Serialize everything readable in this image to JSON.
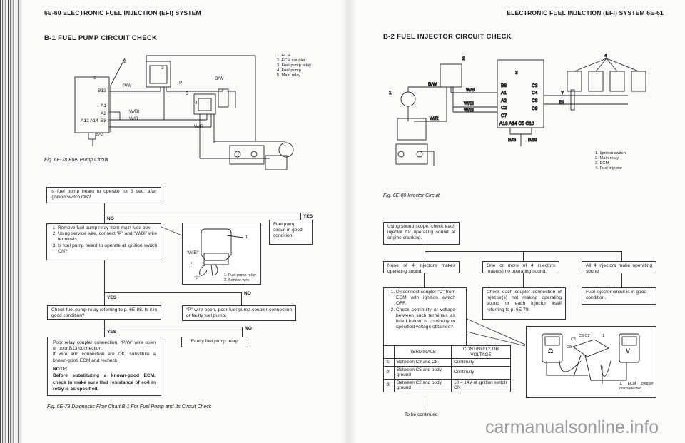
{
  "left_page": {
    "header": "6E-60 ELECTRONIC FUEL INJECTION (EFI) SYSTEM",
    "section_title": "B-1 FUEL PUMP CIRCUIT CHECK",
    "circuit": {
      "legend": [
        "1. ECM",
        "2. ECM coupler",
        "3. Fuel pump relay",
        "4. Fuel pump",
        "5. Main relay"
      ],
      "labels": {
        "n1": "1",
        "n2": "2",
        "n3": "3",
        "n4": "4",
        "n5": "5",
        "b13": "B13",
        "a1": "A1",
        "a2": "A2",
        "a13": "A13",
        "a14": "A14",
        "b8": "B8",
        "pw": "P/W",
        "p": "P",
        "bw": "B/W",
        "wbl": "W/Bl",
        "wb": "W/B",
        "wr": "W/R",
        "bg": "B/G"
      },
      "caption": "Fig. 6E-78 Fuel Pump Circuit"
    },
    "flow": {
      "q1": "Is fuel pump heard to operate for 3 sec. after ignition switch ON?",
      "no": "NO",
      "yes": "YES",
      "good": "Fuel pump circuit in good condition.",
      "step2": [
        "Remove fuel pump relay from main fuse box.",
        "Using service wire, connect “P” and “W/Bl” wire terminals.",
        "Is fuel pump heard to operate at ignition switch ON?"
      ],
      "relay_fig": {
        "wbl": "“W/Bl”",
        "p": "“P”",
        "n1": "1",
        "n2": "2",
        "legend": [
          "1. Fuel pump relay",
          "2. Service wire"
        ]
      },
      "check_relay": "Check fuel pump relay referring to p. 6E-88. Is it in good condition?",
      "p_open": "“P” wire open, poor fuel pump coupler connection or faulty fuel pump.",
      "poor_conn": "Poor relay coupler connection, “P/W” wire open or poor B13 connection.",
      "poor_conn2": "If wire and connection are OK, substitute a known-good ECM and recheck.",
      "note_title": "NOTE:",
      "note": "Before substituting a known-good ECM, check to make sure that resistance of coil in relay is as specified.",
      "faulty_relay": "Faulty fuel pump relay.",
      "caption": "Fig. 6E-79 Diagnostic Flow Chart B-1 For Fuel Pump and Its Circuit Check"
    }
  },
  "right_page": {
    "header": "ELECTRONIC FUEL INJECTION (EFI) SYSTEM 6E-61",
    "section_title": "B-2 FUEL INJECTOR CIRCUIT CHECK",
    "circuit": {
      "legend": [
        "1. Ignition switch",
        "2. Main relay",
        "3. ECM",
        "4. Fuel injector"
      ],
      "labels": {
        "n1": "1",
        "n2": "2",
        "n3": "3",
        "n4": "4",
        "b8": "B8",
        "a1": "A1",
        "a2": "A2",
        "c2": "C2",
        "c7": "C7",
        "c3": "C3",
        "c4": "C4",
        "c8": "C8",
        "c9": "C9",
        "bottom": "A13 A14 C5 C10",
        "bw": "B/W",
        "wb": "W/B",
        "wbl1": "W/Bl",
        "wbl2": "W/Bl",
        "wr": "W/R",
        "y": "Y",
        "bl": "Bl",
        "bg": "B/G",
        "bbl": "B/Bl"
      },
      "caption": "Fig. 6E-80 Injector Circuit"
    },
    "flow": {
      "q1": "Using sound scope, check each injector for operating sound at engine cranking.",
      "none": "None of 4 injectors makes operating sound.",
      "some": "One or more of 4 injectors make(s) no operating sound.",
      "all": "All 4 injectors make operating sound.",
      "steps": [
        "Disconnect coupler “C” from ECM with ignition switch OFF.",
        "Check continuity or voltage between such terminals as listed below. Is continuity or specified voltage obtained?"
      ],
      "check_each": "Check each coupler connection of injector(s) not making operating sound or each injector itself referring to p. 6E-79.",
      "good": "Fuel injector circuit is in good condition.",
      "table": {
        "headers": [
          "",
          "TERMINALS",
          "CONTINUITY OR VOLTAGE"
        ],
        "rows": [
          [
            "①",
            "Between C3 and C8",
            "Continuity"
          ],
          [
            "②",
            "Between C5 and body ground",
            "Continuity"
          ],
          [
            "③",
            "Between C2 and body ground",
            "10 – 14V at ignition switch ON"
          ]
        ]
      },
      "meter_fig": {
        "ohm": "Ω",
        "v": "V",
        "c3c2": "C3 C2",
        "c5": "C5",
        "c8": "C8",
        "n1": "1",
        "legend": "1. ECM coupler disconnected"
      },
      "continued": "To be continued"
    }
  },
  "watermark": "carmanualsonline.info"
}
